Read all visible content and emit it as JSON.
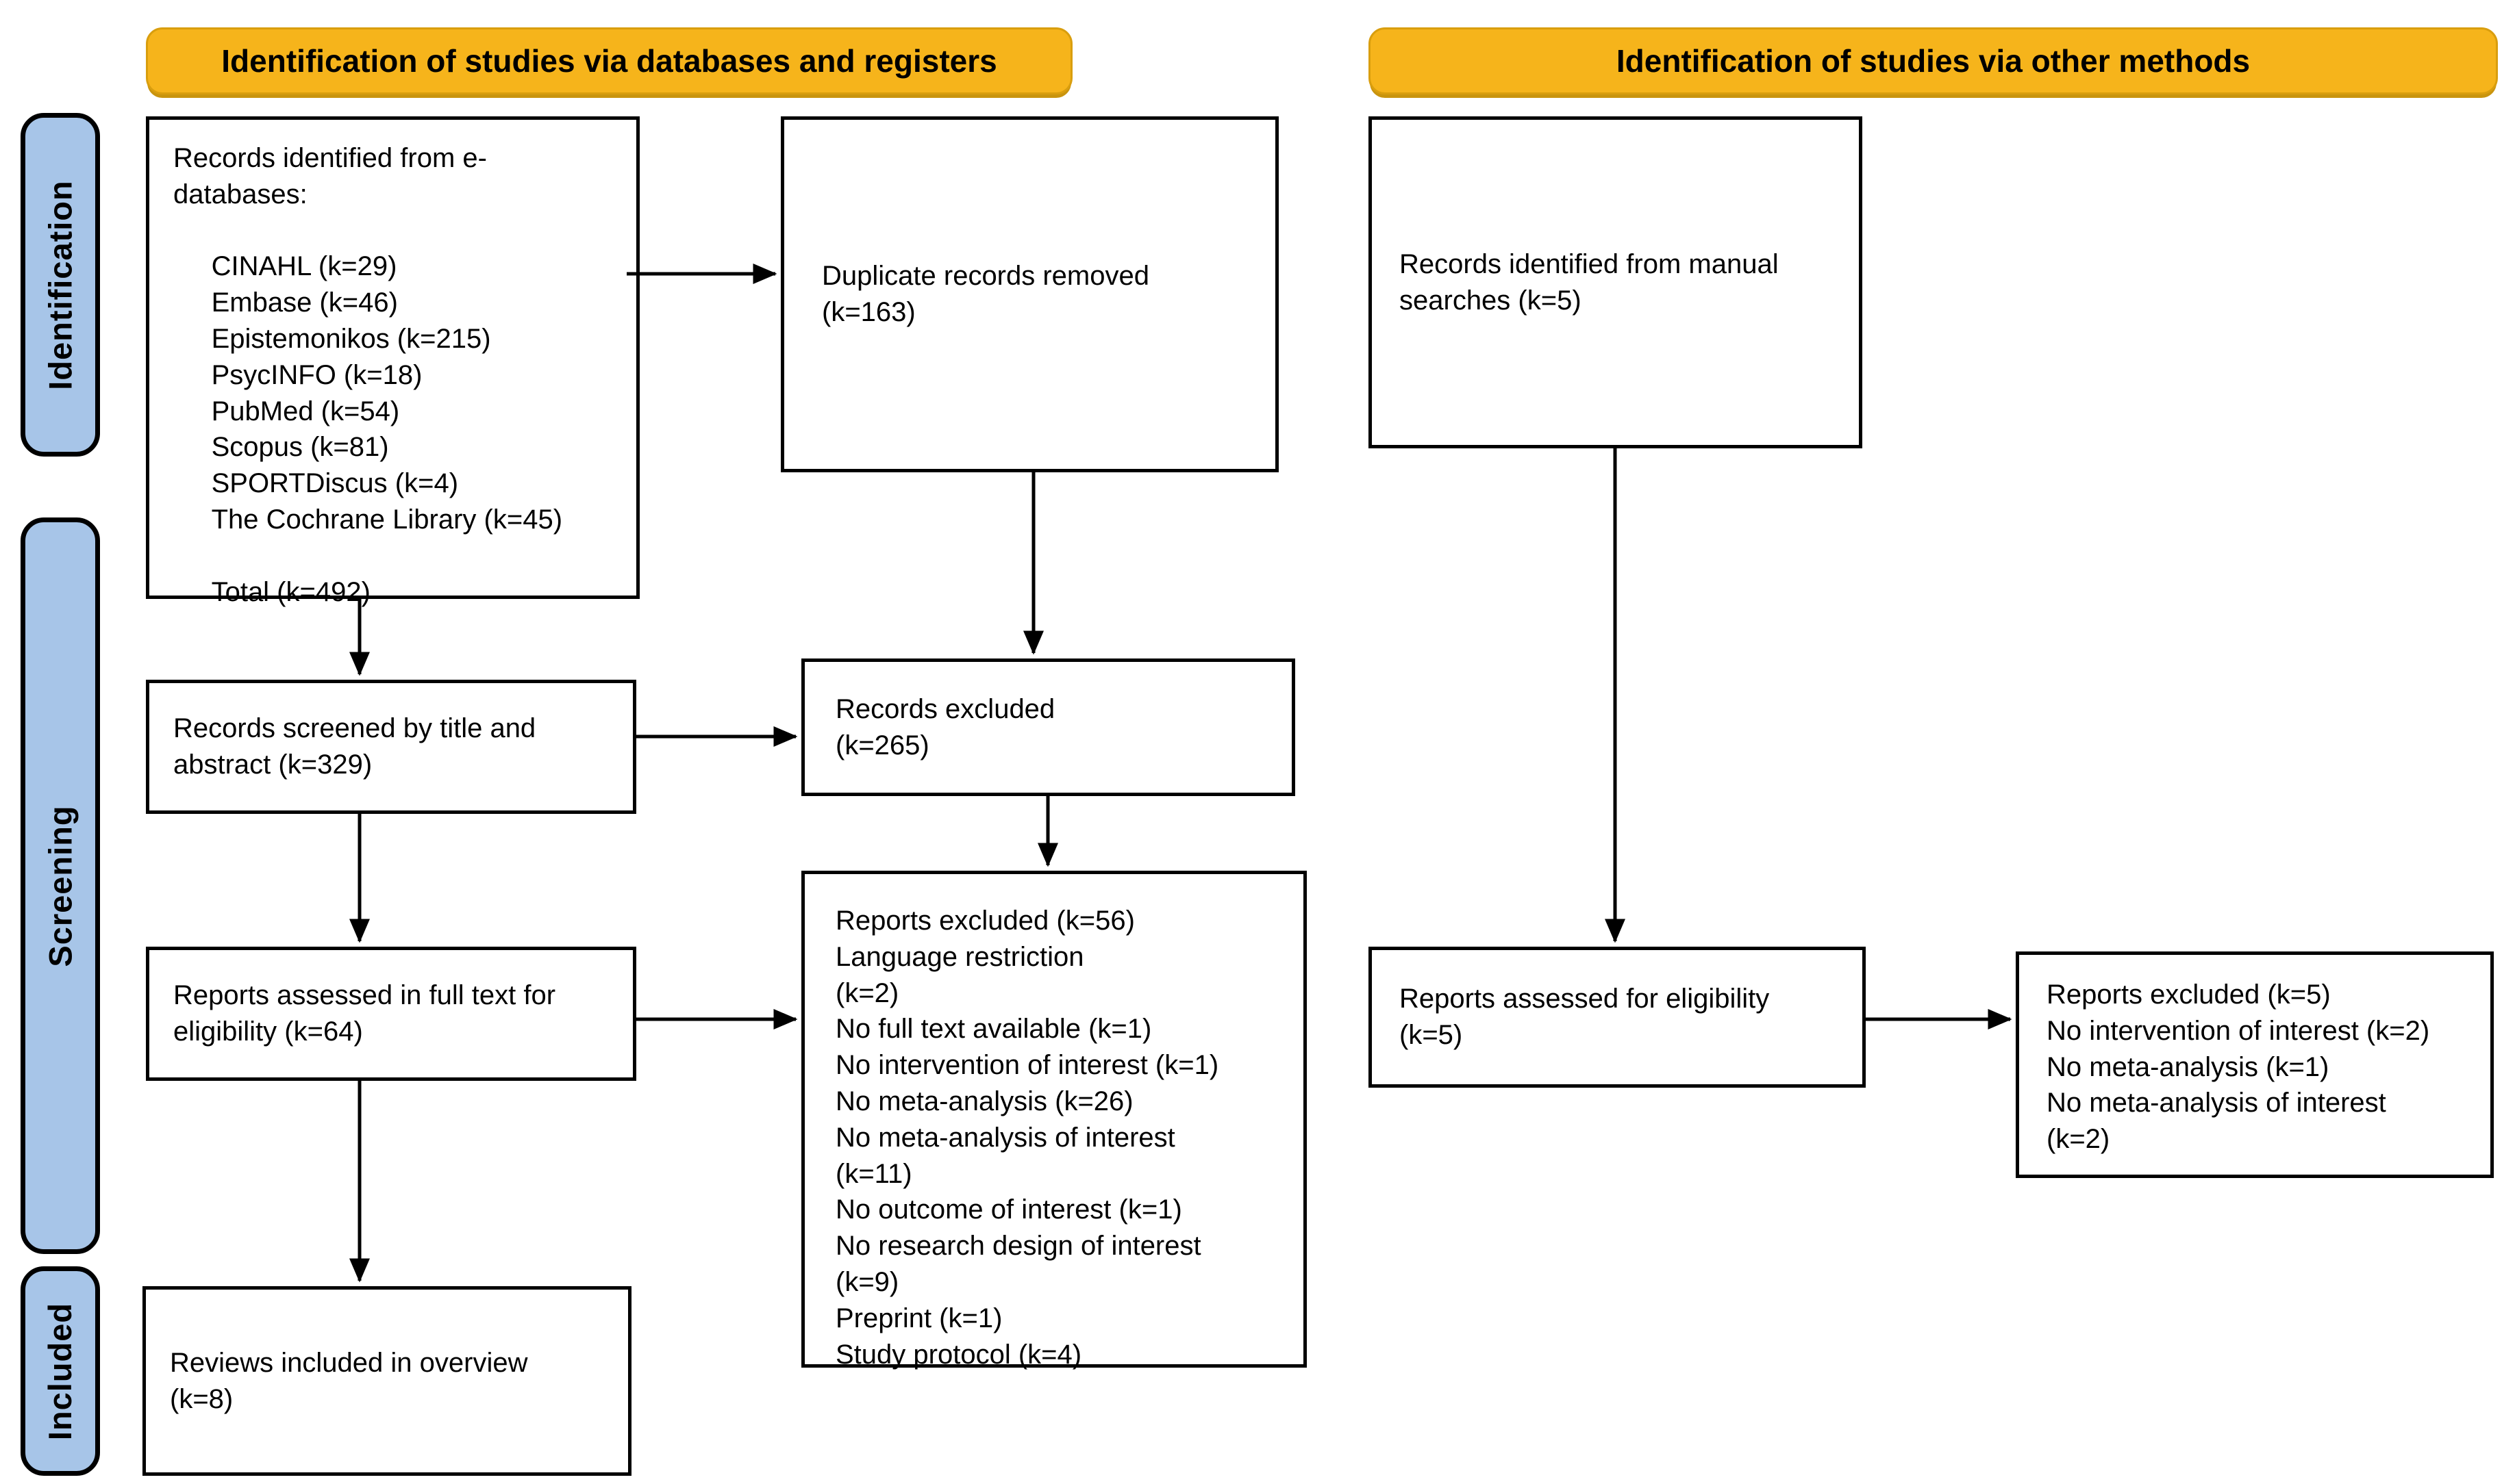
{
  "banners": {
    "databases": "Identification of studies via databases and registers",
    "other_methods": "Identification of studies via other methods"
  },
  "sidebar": {
    "identification": "Identification",
    "screening": "Screening",
    "included": "Included"
  },
  "boxes": {
    "records_identified": "Records identified from e-\ndatabases:\n\n     CINAHL (k=29)\n     Embase (k=46)\n     Epistemonikos (k=215)\n     PsycINFO (k=18)\n     PubMed (k=54)\n     Scopus (k=81)\n     SPORTDiscus (k=4)\n     The Cochrane Library (k=45)\n\n     Total (k=492)",
    "duplicates_removed": "Duplicate records removed\n(k=163)",
    "manual_searches": "Records identified from manual\nsearches (k=5)",
    "records_screened": "Records screened by title and\nabstract (k=329)",
    "records_excluded": "Records excluded\n(k=265)",
    "reports_assessed_fulltext": "Reports assessed in full text for\neligibility (k=64)",
    "reports_excluded_fulltext": "Reports excluded (k=56)\nLanguage restriction\n(k=2)\nNo full text available (k=1)\nNo intervention of interest (k=1)\nNo meta-analysis (k=26)\nNo meta-analysis of interest\n(k=11)\nNo outcome of interest (k=1)\nNo research design of interest\n(k=9)\nPreprint (k=1)\nStudy protocol (k=4)",
    "reports_assessed_eligibility": "Reports assessed for eligibility\n(k=5)",
    "reports_excluded_other": "Reports excluded (k=5)\nNo intervention of interest (k=2)\nNo meta-analysis (k=1)\nNo meta-analysis of interest\n(k=2)",
    "reviews_included": "Reviews included in overview\n(k=8)"
  },
  "colors": {
    "banner_fill": "#F6B41B",
    "banner_border": "#D99E0E",
    "sidebar_fill": "#A7C5E8",
    "box_border": "#000000",
    "background": "#FFFFFF"
  }
}
